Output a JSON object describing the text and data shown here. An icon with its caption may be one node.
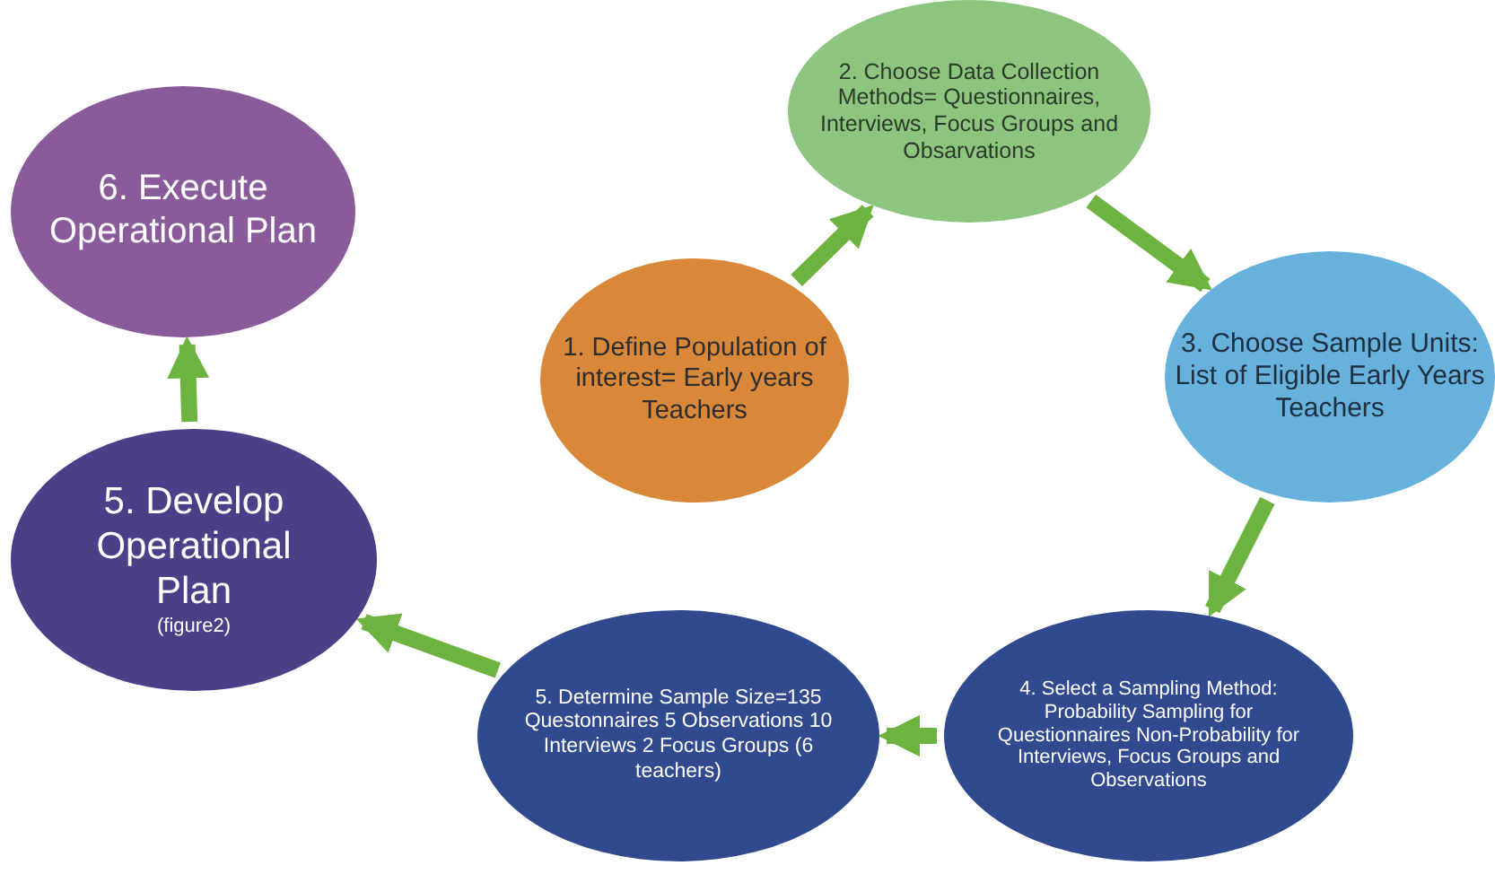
{
  "diagram": {
    "nodes": [
      {
        "text": [
          "6. Execute Operational Plan"
        ]
      },
      {
        "text": [
          "2. Choose Data Collection Methods= Questionnaires, Interviews, Focus Groups and Obsarvations"
        ]
      },
      {
        "text": [
          "1. Define Population of interest= Early years Teachers"
        ]
      },
      {
        "text": [
          "3. Choose Sample Units: List of Eligible Early Years Teachers"
        ]
      },
      {
        "text": [
          "5. Develop Operational Plan",
          "(figure2)"
        ]
      },
      {
        "text": [
          "5. Determine Sample Size=135 Questonnaires 5 Observations 10 Interviews 2 Focus Groups (6 teachers)"
        ]
      },
      {
        "text": [
          "4. Select a Sampling Method: Probability Sampling for Questionnaires Non-Probability for Interviews, Focus Groups and Observations"
        ]
      }
    ],
    "edges": [
      {
        "from": 2,
        "to": 1,
        "arrow": "to"
      },
      {
        "from": 1,
        "to": 3,
        "arrow": "to"
      },
      {
        "from": 3,
        "to": 6,
        "arrow": "to"
      },
      {
        "from": 6,
        "to": 5,
        "arrow": "to"
      },
      {
        "from": 5,
        "to": 4,
        "arrow": "to"
      },
      {
        "from": 4,
        "to": 0,
        "arrow": "to"
      }
    ]
  }
}
